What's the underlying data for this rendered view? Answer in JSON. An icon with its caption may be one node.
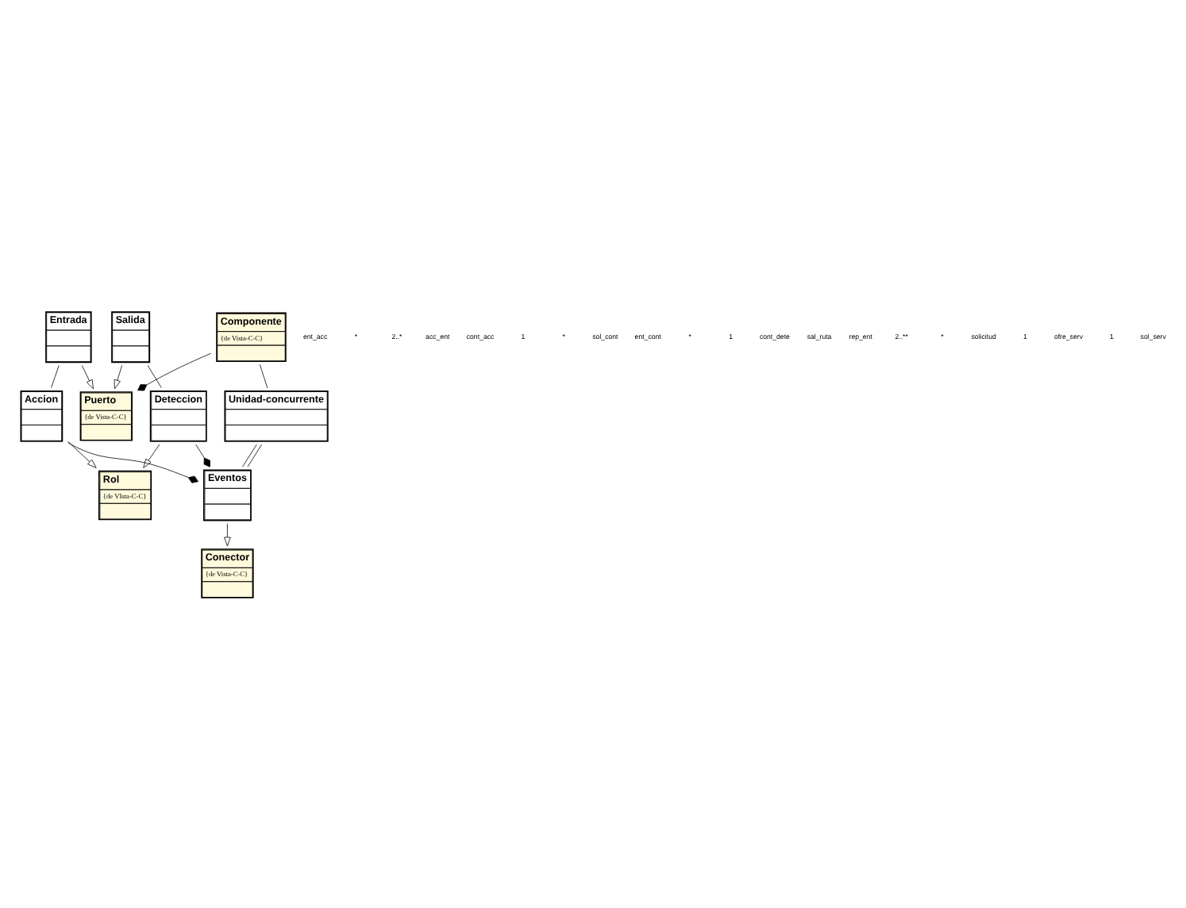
{
  "diagram": {
    "nodes": [
      {
        "text": [
          "Componente",
          "{de Vista-C-C}"
        ]
      },
      {
        "text": [
          "Puerto",
          "{de Vista-C-C}"
        ]
      },
      {
        "text": [
          "Entrada"
        ]
      },
      {
        "text": [
          "Accion"
        ]
      },
      {
        "text": [
          "Rol",
          "{de VIsta-C-C}"
        ]
      },
      {
        "text": [
          "Eventos"
        ]
      },
      {
        "text": [
          "Deteccion"
        ]
      },
      {
        "text": [
          "Salida"
        ]
      },
      {
        "text": [
          "Unidad-concurrente"
        ]
      },
      {
        "text": [
          "Conector",
          "{de Vista-C-C}"
        ]
      }
    ],
    "edges": [
      {
        "from": 0,
        "to": 1,
        "arrow": "other"
      },
      {
        "from": 0,
        "to": 8,
        "arrow": "none"
      },
      {
        "from": 2,
        "to": 1,
        "arrow": "to"
      },
      {
        "from": 7,
        "to": 1,
        "arrow": "to"
      },
      {
        "from": 2,
        "to": 3,
        "arrow": "none"
      },
      {
        "from": 3,
        "to": 4,
        "arrow": "to"
      },
      {
        "from": 6,
        "to": 4,
        "arrow": "to"
      },
      {
        "from": 3,
        "to": 5,
        "arrow": "other"
      },
      {
        "from": 6,
        "to": 5,
        "arrow": "other"
      },
      {
        "from": 7,
        "to": 6,
        "arrow": "none"
      },
      {
        "from": 5,
        "to": 9,
        "arrow": "to"
      },
      {
        "from": 8,
        "to": 5,
        "arrow": "none"
      },
      {
        "from": 8,
        "to": 5,
        "arrow": "none"
      }
    ],
    "labels": [
      "ent_acc",
      "*",
      "2..*",
      "acc_ent",
      "cont_acc",
      "1",
      "*",
      "sol_cont",
      "ent_cont",
      "*",
      "1",
      "cont_dete",
      "sal_ruta",
      "rep_ent",
      "2..**",
      "*",
      "solicitud",
      "1",
      "ofre_serv",
      "1",
      "sol_serv"
    ]
  }
}
